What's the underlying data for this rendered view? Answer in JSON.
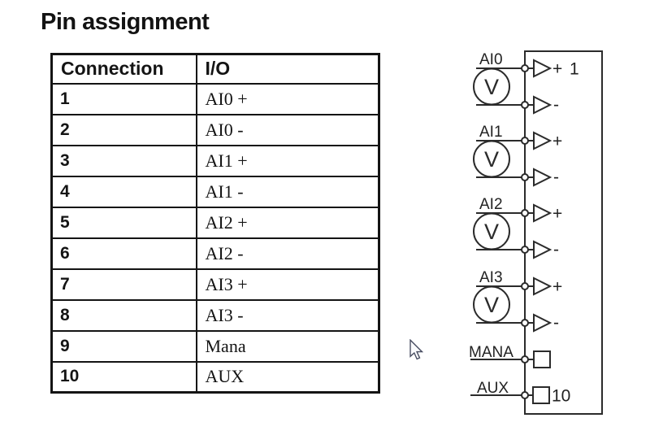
{
  "title": "Pin assignment",
  "table": {
    "headers": [
      "Connection",
      "I/O"
    ],
    "rows": [
      [
        "1",
        "AI0 +"
      ],
      [
        "2",
        "AI0 -"
      ],
      [
        "3",
        "AI1 +"
      ],
      [
        "4",
        "AI1 -"
      ],
      [
        "5",
        "AI2 +"
      ],
      [
        "6",
        "AI2 -"
      ],
      [
        "7",
        "AI3 +"
      ],
      [
        "8",
        "AI3 -"
      ],
      [
        "9",
        "Mana"
      ],
      [
        "10",
        "AUX"
      ]
    ]
  },
  "diagram": {
    "channels": [
      {
        "label": "AI0",
        "meter": "V",
        "plus": "+",
        "minus": "-",
        "pin": "1"
      },
      {
        "label": "AI1",
        "meter": "V",
        "plus": "+",
        "minus": "-"
      },
      {
        "label": "AI2",
        "meter": "V",
        "plus": "+",
        "minus": "-"
      },
      {
        "label": "AI3",
        "meter": "V",
        "plus": "+",
        "minus": "-"
      }
    ],
    "mana": {
      "label": "MANA"
    },
    "aux": {
      "label": "AUX",
      "pin": "10"
    }
  },
  "colors": {
    "ink": "#141414",
    "diagram_line": "#2b2b2b",
    "background": "#ffffff"
  }
}
